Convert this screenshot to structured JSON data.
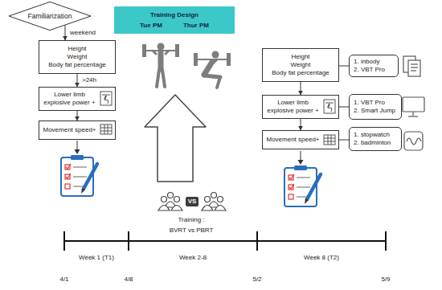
{
  "diagram": {
    "nodes": [
      {
        "text": [
          "Familiarization"
        ]
      },
      {
        "text": [
          "Height",
          "Weight",
          "Body fat percentage"
        ]
      },
      {
        "text": [
          "Lower limb explosive power +"
        ]
      },
      {
        "text": [
          "Movement speed+"
        ]
      },
      {
        "text": [
          "Training Design",
          "Tue PM",
          "Thur PM"
        ]
      },
      {
        "text": [
          "Height",
          "Weight",
          "Body fat percentage"
        ]
      },
      {
        "text": [
          "1. inbody",
          "2. VBT Pro"
        ]
      },
      {
        "text": [
          "Lower limb explosive power +"
        ]
      },
      {
        "text": [
          "1. VBT Pro",
          "2. Smart Jump"
        ]
      },
      {
        "text": [
          "Movement speed+"
        ]
      },
      {
        "text": [
          "1. stopwatch",
          "2. badminton"
        ]
      }
    ],
    "edges": [
      {
        "from": 0,
        "to": 1,
        "label": "weekend",
        "arrow": "to"
      },
      {
        "from": 1,
        "to": 2,
        "label": ">24h",
        "arrow": "to"
      },
      {
        "from": 2,
        "to": 3,
        "arrow": "to"
      },
      {
        "from": 5,
        "to": 6,
        "arrow": "none"
      },
      {
        "from": 5,
        "to": 7,
        "arrow": "to"
      },
      {
        "from": 7,
        "to": 8,
        "arrow": "none"
      },
      {
        "from": 7,
        "to": 9,
        "arrow": "to"
      },
      {
        "from": 9,
        "to": 10,
        "arrow": "none"
      }
    ],
    "labels": [
      "Training :",
      "BVRT vs PBRT",
      "VS",
      "Week 1 (T1)",
      "Week 2-8",
      "Week 8 (T2)",
      "4/1",
      "4/8",
      "5/2",
      "5/9"
    ]
  }
}
